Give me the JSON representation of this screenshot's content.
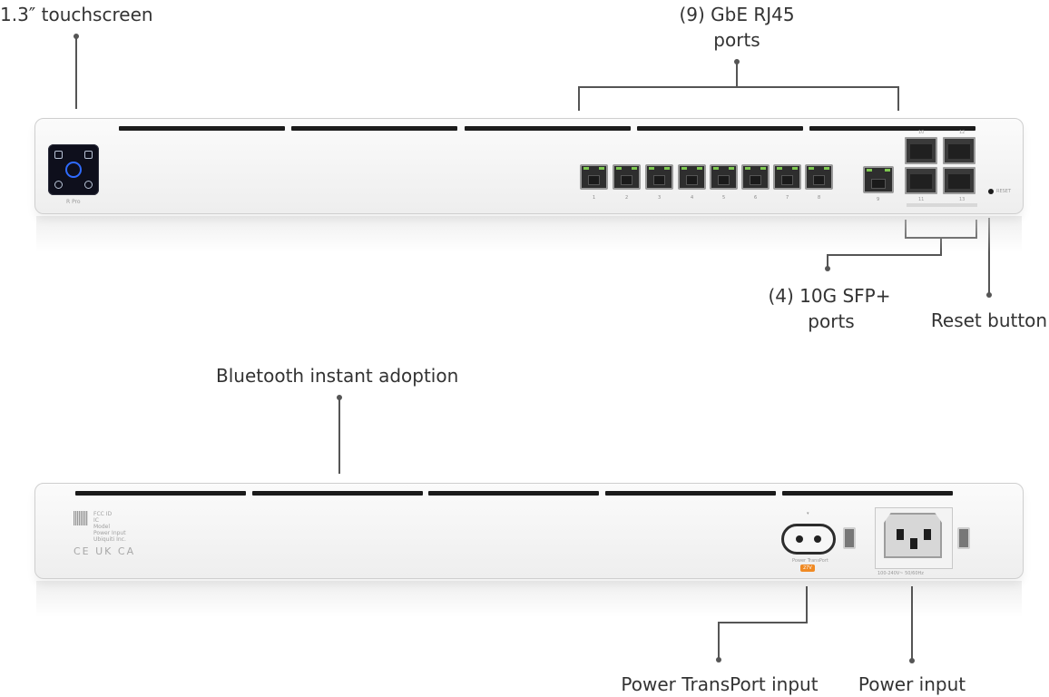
{
  "labels": {
    "touchscreen": "1.3″ touchscreen",
    "rj45_line1": "(9) GbE RJ45",
    "rj45_line2": "ports",
    "sfp_line1": "(4) 10G SFP+",
    "sfp_line2": "ports",
    "reset": "Reset button",
    "bluetooth": "Bluetooth instant adoption",
    "transport": "Power TransPort input",
    "power": "Power input"
  },
  "front": {
    "model": "R Pro",
    "port_numbers": [
      "1",
      "2",
      "3",
      "4",
      "5",
      "6",
      "7",
      "8"
    ],
    "port_9": "9",
    "sfp_numbers": [
      "10",
      "11",
      "12",
      "13"
    ],
    "reset_text": "RESET"
  },
  "rear": {
    "regulatory_lines": [
      "FCC ID",
      "IC",
      "Model",
      "Power Input",
      "Ubiquiti Inc."
    ],
    "cert_marks": "CE UK CA",
    "transport_label": "Power TransPort",
    "transport_badge": "27V",
    "power_rating": "100-240V~ 50/60Hz"
  },
  "colors": {
    "led_green": "#7ec850",
    "touch_blue": "#2f6bff",
    "transport_orange": "#f08a24"
  }
}
